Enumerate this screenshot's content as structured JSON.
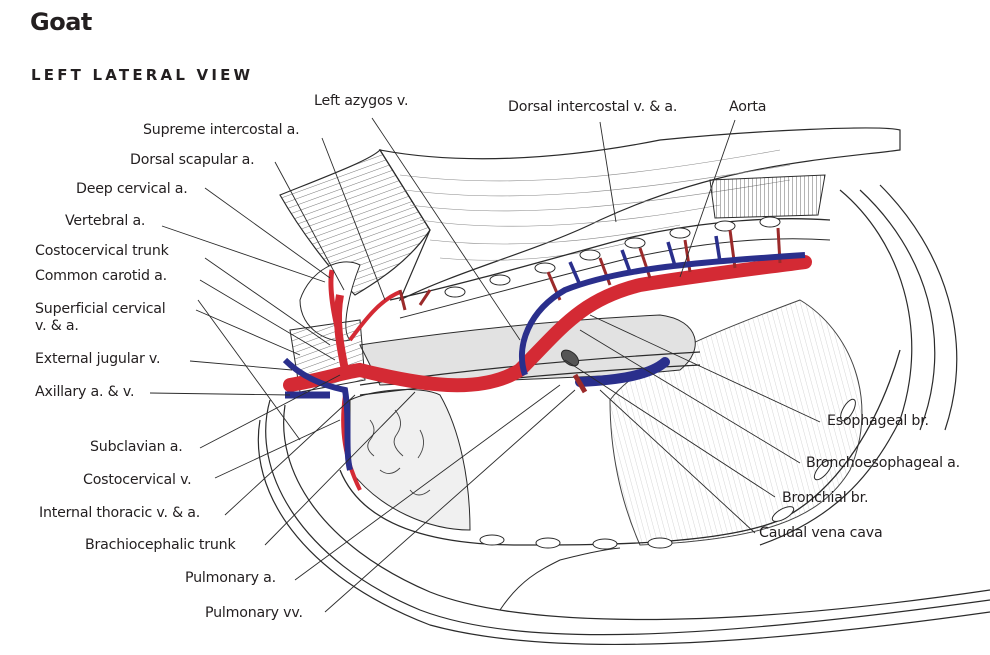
{
  "title": "Goat",
  "subtitle": "LEFT LATERAL VIEW",
  "colors": {
    "artery": "#d42a34",
    "vein": "#2a2f8c",
    "small_artery": "#9b2a2a",
    "outline": "#2b2b2b",
    "fill_gray": "#e2e2e2"
  },
  "labels": {
    "left_azygos_v": "Left azygos v.",
    "dorsal_intercostal": "Dorsal intercostal v. & a.",
    "aorta": "Aorta",
    "supreme_intercostal_a": "Supreme intercostal a.",
    "dorsal_scapular_a": "Dorsal scapular a.",
    "deep_cervical_a": "Deep cervical a.",
    "vertebral_a": "Vertebral a.",
    "costocervical_trunk": "Costocervical trunk",
    "common_carotid_a": "Common carotid a.",
    "superficial_cervical_1": "Superficial cervical",
    "superficial_cervical_2": "v. & a.",
    "external_jugular_v": "External jugular v.",
    "axillary": "Axillary a. & v.",
    "subclavian_a": "Subclavian a.",
    "costocervical_v": "Costocervical v.",
    "internal_thoracic": "Internal thoracic v. & a.",
    "brachiocephalic_trunk": "Brachiocephalic trunk",
    "pulmonary_a": "Pulmonary a.",
    "pulmonary_vv": "Pulmonary vv.",
    "esophageal_br": "Esophageal br.",
    "bronchoesophageal_a": "Bronchoesophageal a.",
    "bronchial_br": "Bronchial br.",
    "caudal_vena_cava": "Caudal vena cava"
  }
}
